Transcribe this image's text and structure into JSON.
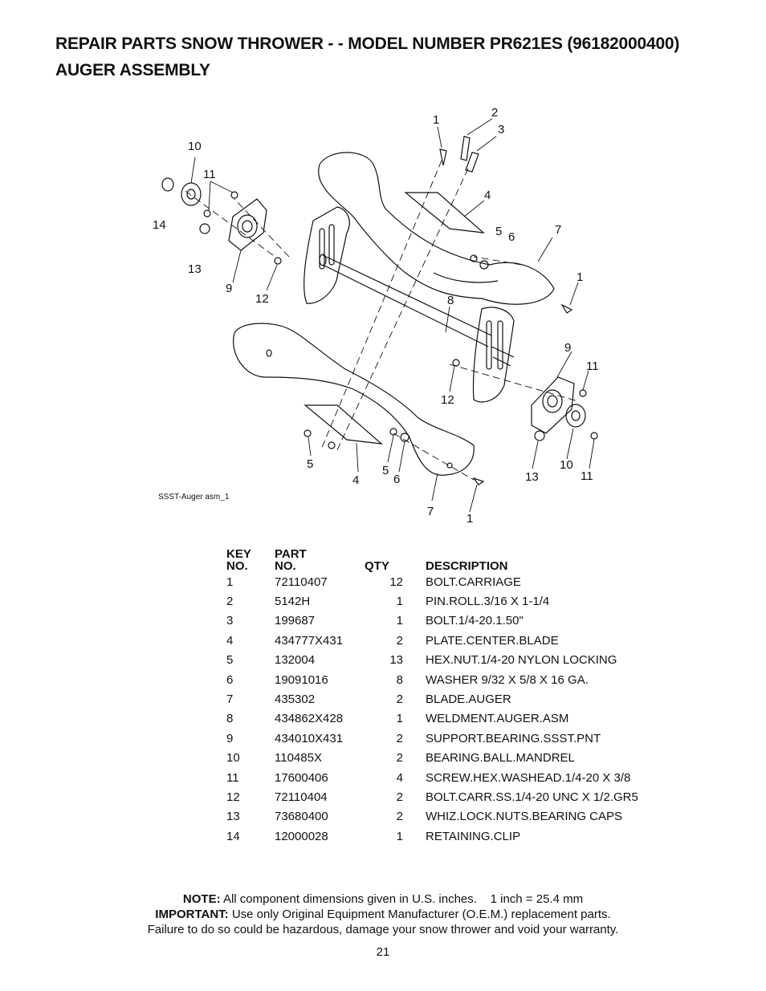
{
  "header": {
    "title_line1": "REPAIR PARTS  SNOW THROWER - - MODEL NUMBER  PR621ES (96182000400)",
    "title_line2": "AUGER ASSEMBLY"
  },
  "diagram": {
    "caption": "SSST-Auger asm_1",
    "callouts": [
      "1",
      "2",
      "3",
      "10",
      "11",
      "4",
      "14",
      "5",
      "6",
      "7",
      "13",
      "1",
      "9",
      "12",
      "8",
      "9",
      "11",
      "12",
      "13",
      "10",
      "11",
      "5",
      "5",
      "4",
      "6",
      "7",
      "1"
    ]
  },
  "parts_table": {
    "headers": {
      "key_line1": "KEY",
      "key_line2": "NO.",
      "part_line1": "PART",
      "part_line2": "NO.",
      "qty": "QTY",
      "description": "DESCRIPTION"
    },
    "rows": [
      {
        "key": "1",
        "part": "72110407",
        "qty": "12",
        "description": "BOLT.CARRIAGE"
      },
      {
        "key": "2",
        "part": "5142H",
        "qty": "1",
        "description": "PIN.ROLL.3/16 X 1-1/4"
      },
      {
        "key": "3",
        "part": "199687",
        "qty": "1",
        "description": "BOLT.1/4-20.1.50\""
      },
      {
        "key": "4",
        "part": "434777X431",
        "qty": "2",
        "description": "PLATE.CENTER.BLADE"
      },
      {
        "key": "5",
        "part": "132004",
        "qty": "13",
        "description": "HEX.NUT.1/4-20 NYLON LOCKING"
      },
      {
        "key": "6",
        "part": "19091016",
        "qty": "8",
        "description": "WASHER 9/32 X 5/8 X 16 GA."
      },
      {
        "key": "7",
        "part": "435302",
        "qty": "2",
        "description": "BLADE.AUGER"
      },
      {
        "key": "8",
        "part": "434862X428",
        "qty": "1",
        "description": "WELDMENT.AUGER.ASM"
      },
      {
        "key": "9",
        "part": "434010X431",
        "qty": "2",
        "description": "SUPPORT.BEARING.SSST.PNT"
      },
      {
        "key": "10",
        "part": "110485X",
        "qty": "2",
        "description": "BEARING.BALL.MANDREL"
      },
      {
        "key": "11",
        "part": "17600406",
        "qty": "4",
        "description": "SCREW.HEX.WASHEAD.1/4-20 X 3/8"
      },
      {
        "key": "12",
        "part": "72110404",
        "qty": "2",
        "description": "BOLT.CARR.SS.1/4-20 UNC X 1/2.GR5"
      },
      {
        "key": "13",
        "part": "73680400",
        "qty": "2",
        "description": "WHIZ.LOCK.NUTS.BEARING CAPS"
      },
      {
        "key": "14",
        "part": "12000028",
        "qty": "1",
        "description": "RETAINING.CLIP"
      }
    ]
  },
  "notes": {
    "note_label": "NOTE:",
    "note_text": "All component dimensions given in U.S. inches.    1 inch = 25.4 mm",
    "important_label": "IMPORTANT:",
    "important_text": "Use only Original Equipment Manufacturer (O.E.M.) replacement parts.",
    "warning_text": "Failure to do so could be hazardous, damage your snow thrower and void your warranty."
  },
  "page_number": "21"
}
